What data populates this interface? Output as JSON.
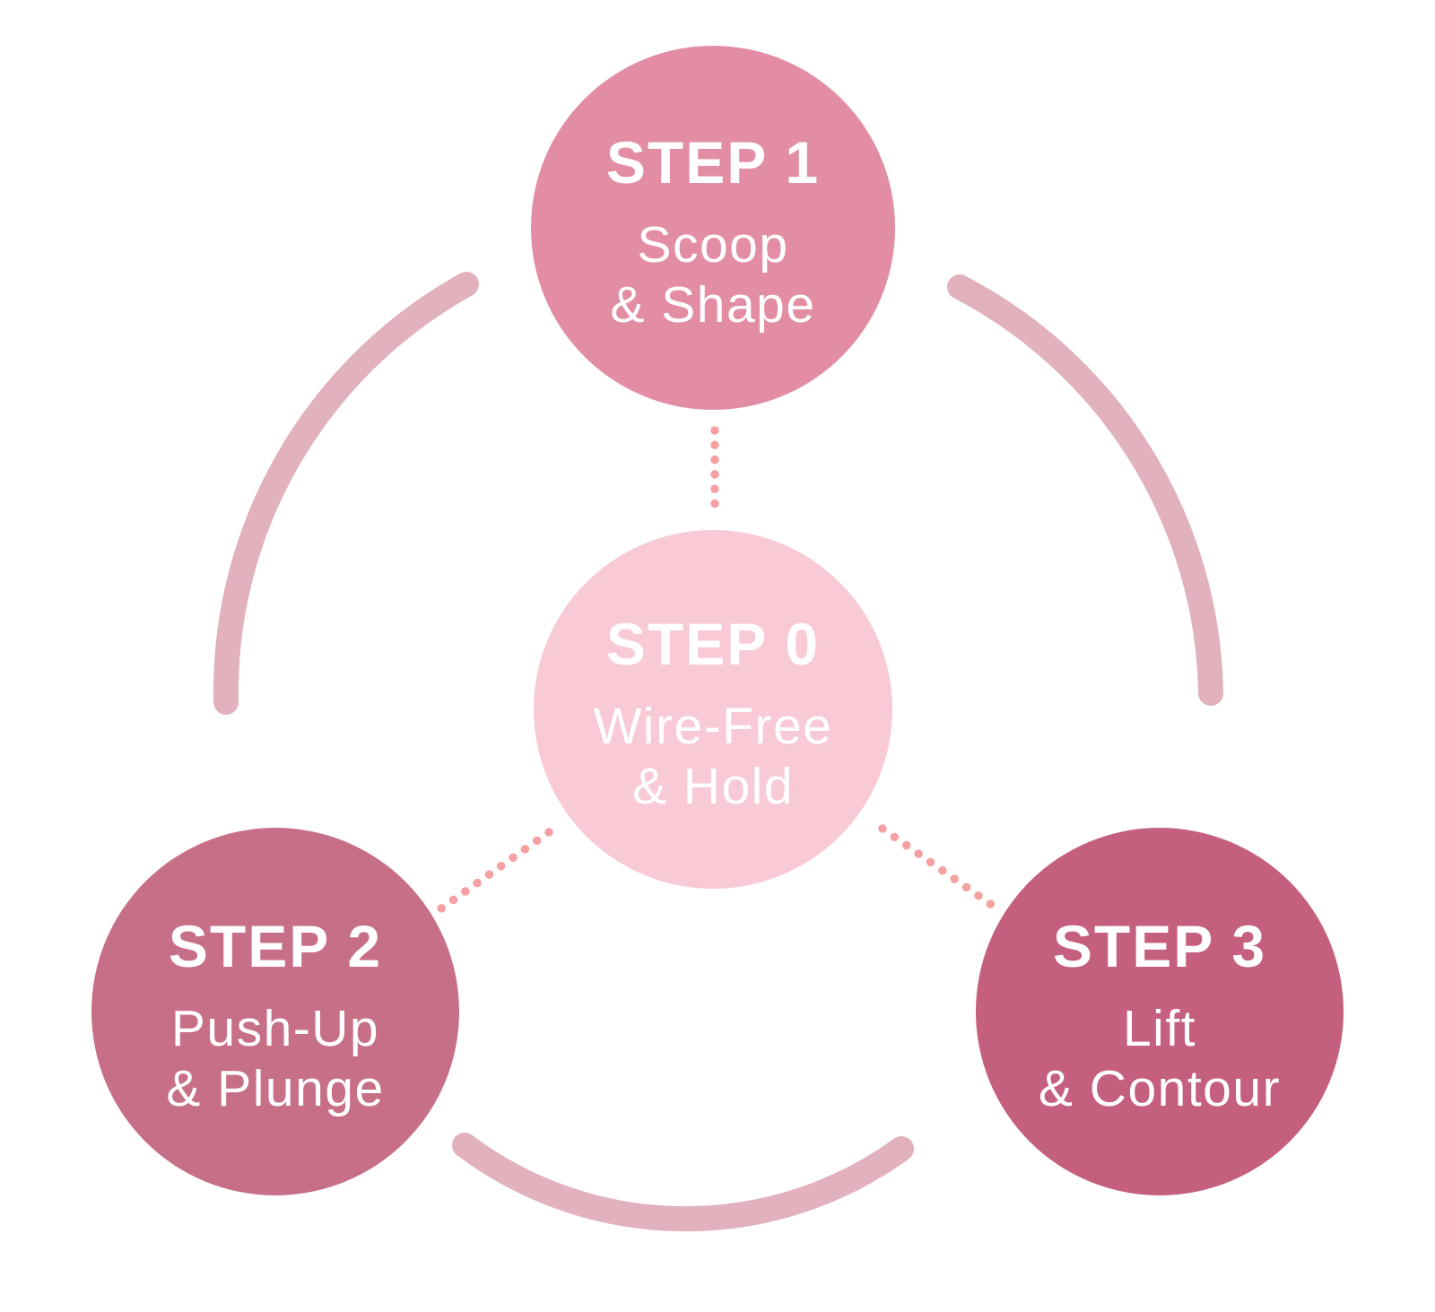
{
  "palette": {
    "background": "#FFFFFF",
    "text": "#FFFFFF",
    "step1_fill": "#E28DA3",
    "step0_fill": "#F8CAD6",
    "step2_fill": "#C76F87",
    "step3_fill": "#C55F7E",
    "ring_arc": "#E1B1BD",
    "connector_dots": "#F5A1A3"
  },
  "nodes": {
    "step1": {
      "label": "STEP 1",
      "subtitle_line1": "Scoop",
      "subtitle_line2": "& Shape"
    },
    "step0": {
      "label": "STEP 0",
      "subtitle_line1": "Wire-Free",
      "subtitle_line2": "& Hold"
    },
    "step2": {
      "label": "STEP 2",
      "subtitle_line1": "Push-Up",
      "subtitle_line2": "& Plunge"
    },
    "step3": {
      "label": "STEP 3",
      "subtitle_line1": "Lift",
      "subtitle_line2": "& Contour"
    }
  }
}
